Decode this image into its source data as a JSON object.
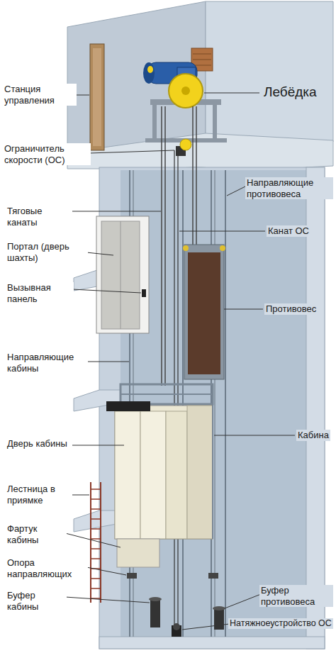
{
  "diagram": {
    "labels": [
      "Станция управления",
      "Лебёдка",
      "Ограничитель скорости (ОС)",
      "Направляющие противовеса",
      "Тяговые канаты",
      "Канат ОС",
      "Портал (дверь шахты)",
      "Вызывная панель",
      "Противовес",
      "Направляющие кабины",
      "Кабина",
      "Дверь кабины",
      "Лестница в приямке",
      "Фартук кабины",
      "Опора направляющих",
      "Буфер кабины",
      "Буфер противовеса",
      "Натяжноеустройство ОС"
    ]
  }
}
